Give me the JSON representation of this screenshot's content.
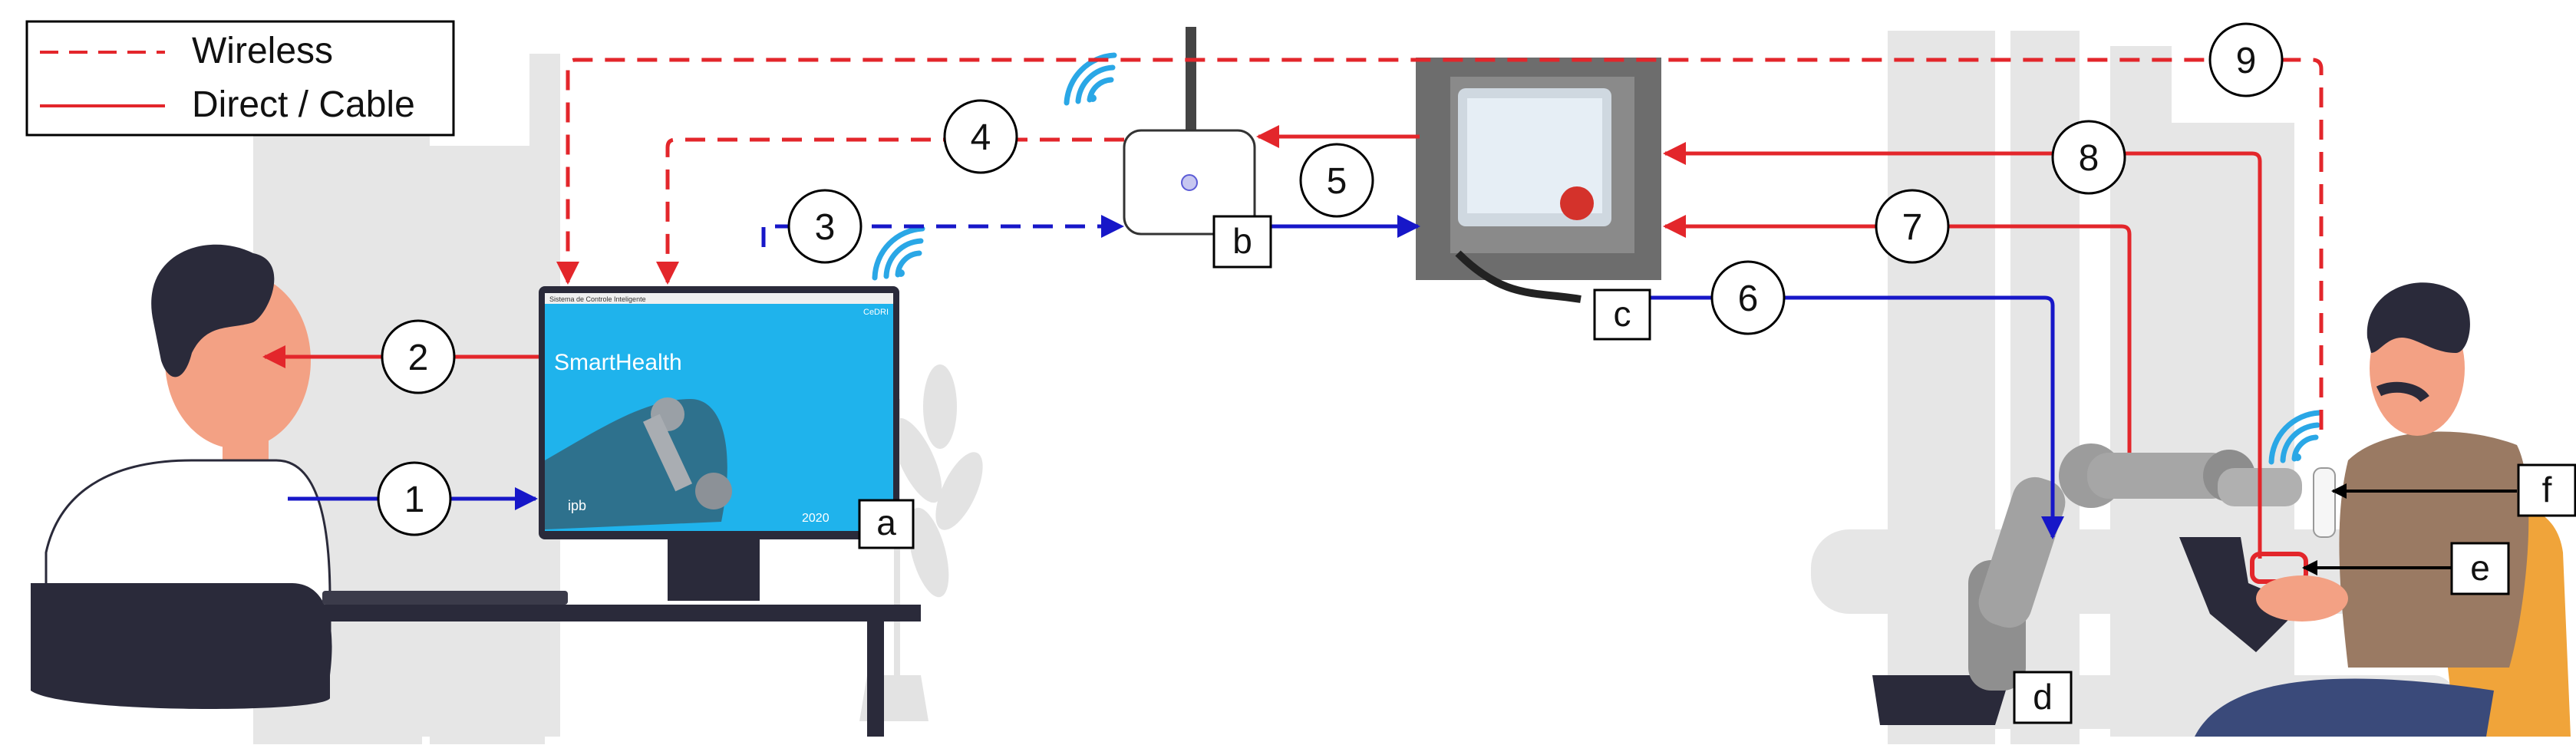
{
  "legend": {
    "wireless_label": "Wireless",
    "cable_label": "Direct / Cable"
  },
  "colors": {
    "wireless": "#e3262b",
    "cable": "#e3262b",
    "blue_link": "#1717c8",
    "ghost": "#e3e3e3",
    "wifi": "#2aa7e6",
    "screen": "#1fb3ec",
    "chair": "#f0a43a",
    "shirt": "#9a7a63",
    "hair": "#2a2a3a",
    "skin": "#f3a184"
  },
  "connections": [
    {
      "id": "1",
      "label": "1"
    },
    {
      "id": "2",
      "label": "2"
    },
    {
      "id": "3",
      "label": "3"
    },
    {
      "id": "4",
      "label": "4"
    },
    {
      "id": "5",
      "label": "5"
    },
    {
      "id": "6",
      "label": "6"
    },
    {
      "id": "7",
      "label": "7"
    },
    {
      "id": "8",
      "label": "8"
    },
    {
      "id": "9",
      "label": "9"
    }
  ],
  "components": [
    {
      "id": "a",
      "label": "a"
    },
    {
      "id": "b",
      "label": "b"
    },
    {
      "id": "c",
      "label": "c"
    },
    {
      "id": "d",
      "label": "d"
    },
    {
      "id": "e",
      "label": "e"
    },
    {
      "id": "f",
      "label": "f"
    }
  ],
  "monitor": {
    "app_title": "SmartHealth",
    "window_bar": "Sistema de Controle Inteligente",
    "corner_brand": "CeDRI",
    "badge": "2020",
    "logo_text": "ipb"
  }
}
